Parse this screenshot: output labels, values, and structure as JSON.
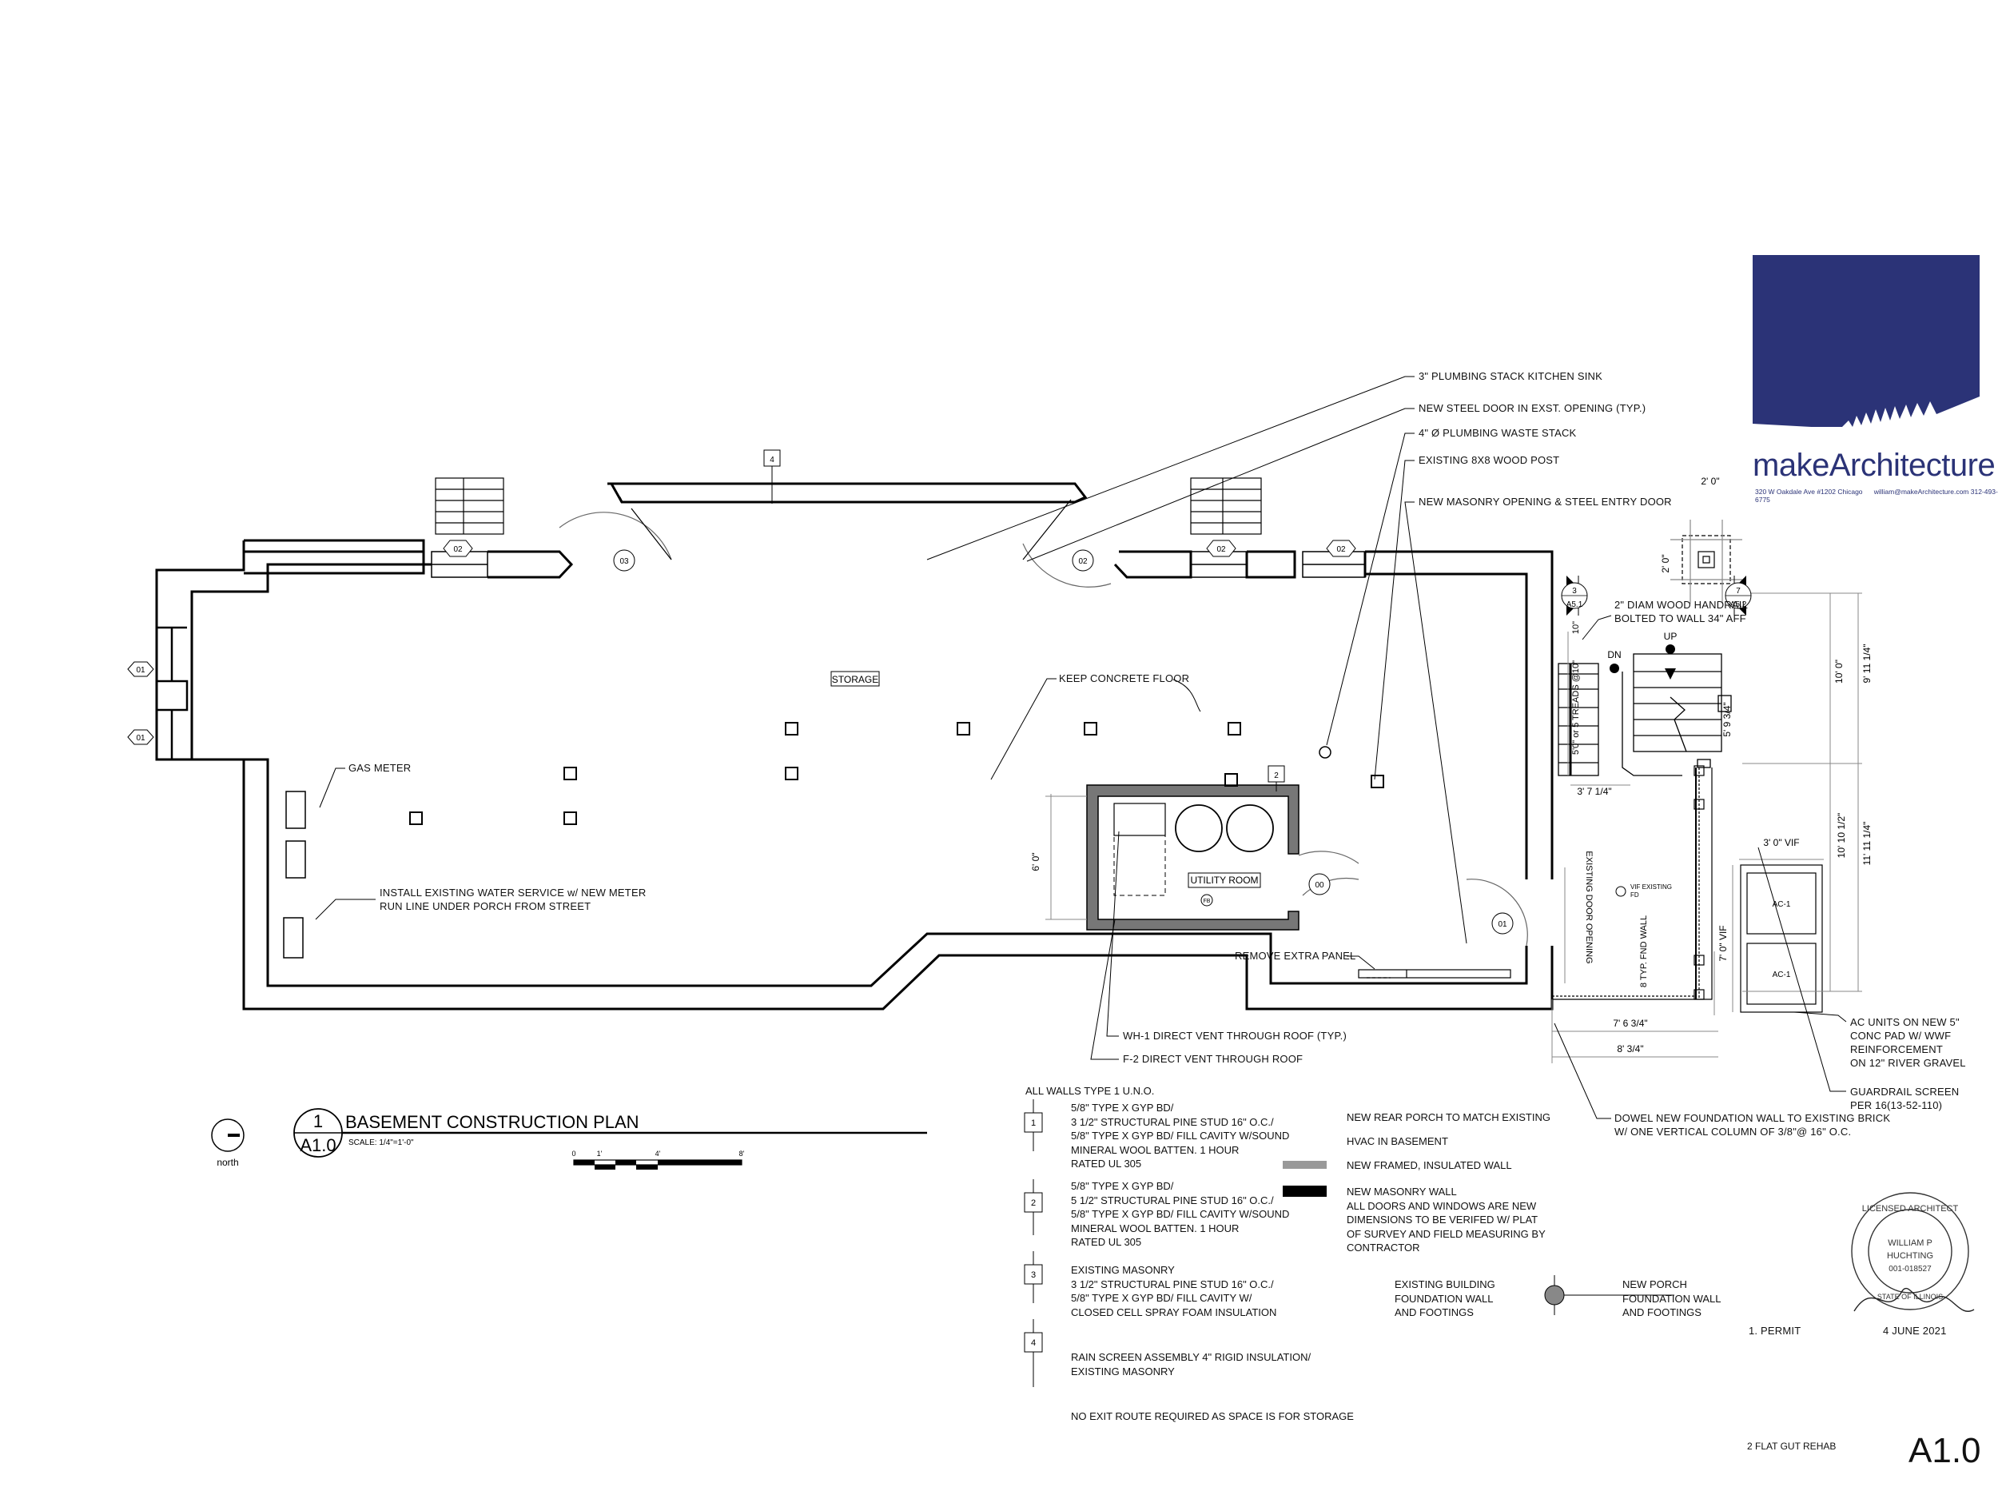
{
  "title_block": {
    "firm": "makeArchitecture",
    "address": "320 W Oakdale Ave #1202 Chicago",
    "contact": "william@makeArchitecture.com 312-493-6775",
    "project": "2 FLAT GUT REHAB",
    "sheet_number": "A1.0",
    "issue": "1. PERMIT",
    "date": "4 JUNE 2021",
    "brand_color": "#2b3377"
  },
  "stamp": {
    "ring": "LICENSED ARCHITECT",
    "name1": "WILLIAM P",
    "name2": "HUCHTING",
    "number": "001-018527",
    "state": "STATE OF ILLINOIS"
  },
  "drawing": {
    "number": "1",
    "sheet": "A1.0",
    "title": "BASEMENT CONSTRUCTION PLAN",
    "scale": "SCALE: 1/4\"=1'-0\"",
    "north": "north",
    "scale_ticks": [
      "0",
      "1'",
      "4'",
      "8'"
    ]
  },
  "rooms": {
    "storage": "STORAGE",
    "utility": "UTILITY ROOM",
    "utility_tag": "FB"
  },
  "tags": {
    "wall_4": "4",
    "wall_2": "2",
    "d01": "01",
    "d02": "02",
    "d03": "03",
    "d00": "00",
    "sec3": "3",
    "sec3_sheet": "A5.1",
    "sec7": "7",
    "sec7_sheet": "A5.2",
    "ac1": "AC-1"
  },
  "callouts": {
    "c1": "3\" PLUMBING STACK KITCHEN SINK",
    "c2": "NEW STEEL DOOR IN EXST. OPENING (TYP.)",
    "c3": "4\" Ø PLUMBING WASTE STACK",
    "c4": "EXISTING 8X8 WOOD POST",
    "c5": "NEW MASONRY OPENING & STEEL ENTRY DOOR",
    "handrail": [
      "2\" DIAM WOOD HANDRAIL",
      "BOLTED TO WALL 34\" AFF"
    ],
    "up": "UP",
    "dn": "DN",
    "keep_floor": "KEEP CONCRETE FLOOR",
    "gas_meter": "GAS METER",
    "water": [
      "INSTALL EXISTING WATER SERVICE w/ NEW METER",
      "RUN LINE UNDER PORCH FROM STREET"
    ],
    "remove_panel": "REMOVE EXTRA PANEL",
    "wh1": "WH-1 DIRECT VENT THROUGH ROOF (TYP.)",
    "f2": "F-2 DIRECT VENT THROUGH ROOF",
    "vif_fd": [
      "VIF EXISTING",
      "FD"
    ],
    "existing_door": "EXISTING DOOR OPENING",
    "fnd_wall": "8 TYP. FND WALL",
    "treads": "5'0\" or 5 TREADS @10\"",
    "ten": "10\"",
    "ac_units": [
      "AC UNITS ON NEW 5\"",
      "CONC PAD W/ WWF",
      "REINFORCEMENT",
      "ON 12\" RIVER GRAVEL"
    ],
    "guardrail": [
      "GUARDRAIL SCREEN",
      "PER 16(13-52-110)"
    ],
    "dowel": [
      "DOWEL NEW FOUNDATION WALL TO EXISTING BRICK",
      "W/ ONE VERTICAL COLUMN OF 3/8\"@ 16\" O.C."
    ]
  },
  "dimensions": {
    "d1": "2' 0\"",
    "d2": "2' 0\"",
    "d3": "10' 0\"",
    "d4": "9' 11 1/4\"",
    "d5": "5' 9 3/4\"",
    "d6": "3' 7 1/4\"",
    "d7": "3' 0\" VIF",
    "d8": "10' 10 1/2\"",
    "d9": "11' 11 1/4\"",
    "d10": "7' 0\" VIF",
    "d11": "6' 0\"",
    "d12": "7' 6 3/4\"",
    "d13": "8' 3/4\""
  },
  "wall_types": {
    "header": "ALL WALLS TYPE 1 U.N.O.",
    "types": [
      {
        "tag": "1",
        "lines": [
          "5/8\" TYPE X GYP BD/",
          "3 1/2\" STRUCTURAL PINE STUD 16\" O.C./",
          "5/8\" TYPE X GYP BD/ FILL CAVITY W/SOUND",
          "MINERAL WOOL BATTEN. 1 HOUR",
          "RATED UL 305"
        ]
      },
      {
        "tag": "2",
        "lines": [
          "5/8\" TYPE X GYP BD/",
          "5 1/2\" STRUCTURAL PINE STUD 16\" O.C./",
          "5/8\" TYPE X GYP BD/ FILL CAVITY W/SOUND",
          "MINERAL WOOL BATTEN.  1 HOUR",
          "RATED UL 305"
        ]
      },
      {
        "tag": "3",
        "lines": [
          "EXISTING MASONRY",
          "3 1/2\" STRUCTURAL PINE STUD 16\" O.C./",
          "5/8\" TYPE X GYP BD/ FILL CAVITY W/",
          "CLOSED CELL SPRAY FOAM INSULATION"
        ]
      },
      {
        "tag": "4",
        "lines": [
          "RAIN SCREEN ASSEMBLY 4\" RIGID INSULATION/",
          "EXISTING MASONRY"
        ]
      }
    ],
    "exit_note": "NO EXIT ROUTE REQUIRED AS SPACE IS FOR STORAGE"
  },
  "legend": {
    "porch": "NEW REAR PORCH TO MATCH EXISTING",
    "hvac": "HVAC IN BASEMENT",
    "framed": "NEW FRAMED, INSULATED WALL",
    "masonry": [
      "NEW MASONRY WALL",
      "ALL DOORS AND WINDOWS ARE NEW",
      "DIMENSIONS TO BE VERIFED W/ PLAT",
      "OF SURVEY AND FIELD MEASURING BY",
      "CONTRACTOR"
    ],
    "existing_fnd": [
      "EXISTING BUILDING",
      "FOUNDATION WALL",
      "AND FOOTINGS"
    ],
    "new_fnd": [
      "NEW PORCH",
      "FOUNDATION WALL",
      "AND FOOTINGS"
    ]
  }
}
